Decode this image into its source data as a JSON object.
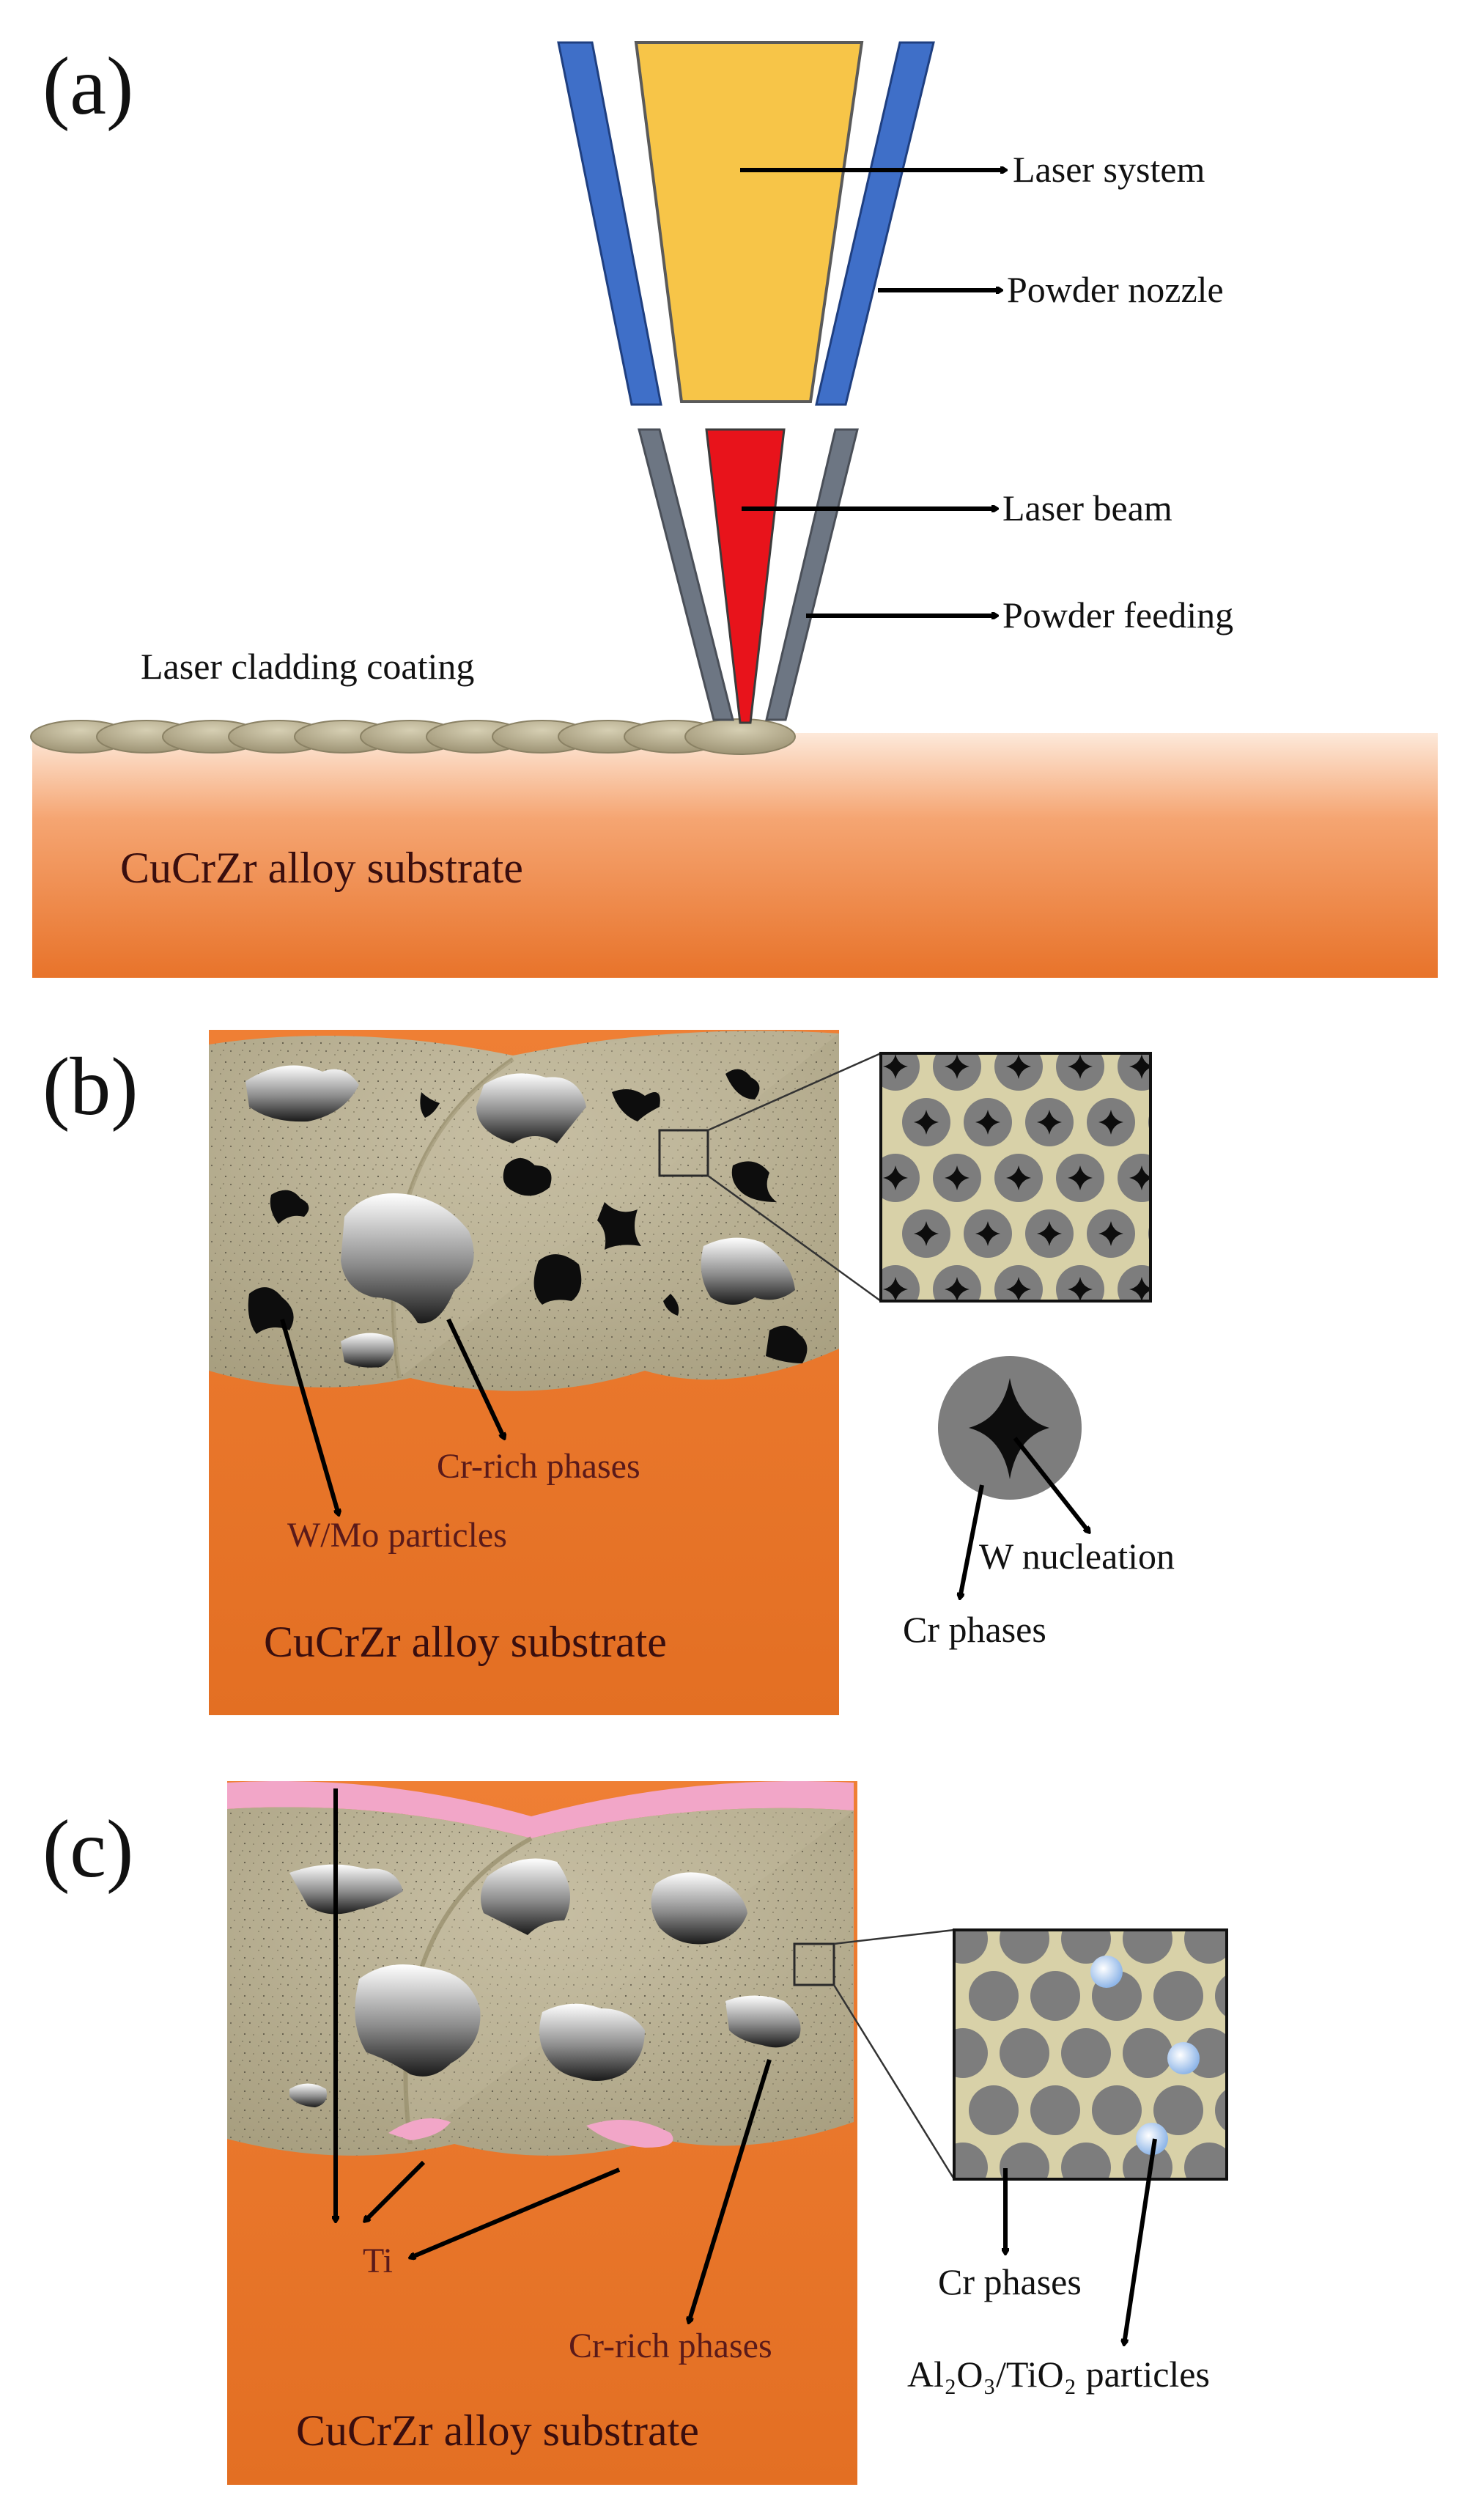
{
  "panels": {
    "a": {
      "tag": "(a)",
      "labels": {
        "laser_system": "Laser system",
        "powder_nozzle": "Powder nozzle",
        "laser_beam": "Laser beam",
        "powder_feeding": "Powder feeding",
        "coating": "Laser cladding coating",
        "substrate": "CuCrZr alloy substrate"
      }
    },
    "b": {
      "tag": "(b)",
      "labels": {
        "cr_rich": "Cr-rich phases",
        "w_mo": "W/Mo particles",
        "substrate": "CuCrZr alloy substrate",
        "w_nucleation": "W nucleation",
        "cr_phases": "Cr phases"
      }
    },
    "c": {
      "tag": "(c)",
      "labels": {
        "ti": "Ti",
        "cr_rich": "Cr-rich phases",
        "substrate": "CuCrZr alloy substrate",
        "cr_phases": "Cr phases",
        "oxide_particles": "Al₂O₃/TiO₂ particles"
      }
    }
  },
  "colors": {
    "nozzle_outer": "#3f6fc8",
    "laser_system": "#f7c548",
    "laser_beam": "#e8131b",
    "feeding_tube": "#6d7683",
    "substrate_top": "#fbe6d6",
    "substrate": "#ec7a2f",
    "coating": "#b7ad8e",
    "cr_phase": "#7d7d7d",
    "oxide_layer": "#f2a6c8"
  }
}
